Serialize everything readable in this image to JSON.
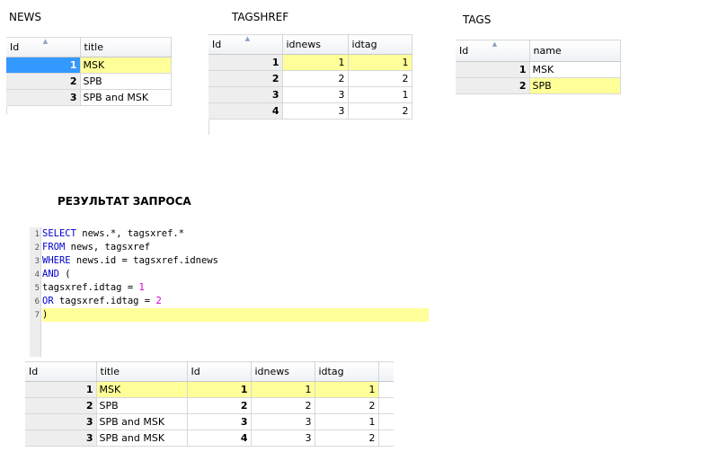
{
  "captions": {
    "news": "NEWS",
    "tagshref": "TAGSHREF",
    "tags": "TAGS",
    "result": "РЕЗУЛЬТАТ ЗАПРОСА"
  },
  "news_table": {
    "columns": [
      "Id",
      "title"
    ],
    "rows": [
      {
        "id": "1",
        "title": "MSK"
      },
      {
        "id": "2",
        "title": "SPB"
      },
      {
        "id": "3",
        "title": "SPB and MSK"
      }
    ]
  },
  "tagsxref_table": {
    "columns": [
      "Id",
      "idnews",
      "idtag"
    ],
    "rows": [
      {
        "id": "1",
        "idnews": "1",
        "idtag": "1"
      },
      {
        "id": "2",
        "idnews": "2",
        "idtag": "2"
      },
      {
        "id": "3",
        "idnews": "3",
        "idtag": "1"
      },
      {
        "id": "4",
        "idnews": "3",
        "idtag": "2"
      }
    ]
  },
  "tags_table": {
    "columns": [
      "Id",
      "name"
    ],
    "rows": [
      {
        "id": "1",
        "name": "MSK"
      },
      {
        "id": "2",
        "name": "SPB"
      }
    ]
  },
  "query": {
    "lines": [
      {
        "num": "1",
        "parts": [
          [
            "kw",
            "SELECT"
          ],
          [
            "t",
            " news.*, tagsxref.*"
          ]
        ]
      },
      {
        "num": "2",
        "parts": [
          [
            "kw",
            "FROM"
          ],
          [
            "t",
            " news, tagsxref"
          ]
        ]
      },
      {
        "num": "3",
        "parts": [
          [
            "kw",
            "WHERE"
          ],
          [
            "t",
            " news.id = tagsxref.idnews"
          ]
        ]
      },
      {
        "num": "4",
        "parts": [
          [
            "kw",
            "AND"
          ],
          [
            "t",
            " ("
          ]
        ]
      },
      {
        "num": "5",
        "parts": [
          [
            "t",
            "tagsxref.idtag = "
          ],
          [
            "n",
            "1"
          ]
        ]
      },
      {
        "num": "6",
        "parts": [
          [
            "kw",
            "OR"
          ],
          [
            "t",
            " tagsxref.idtag = "
          ],
          [
            "n",
            "2"
          ]
        ]
      },
      {
        "num": "7",
        "parts": [
          [
            "t",
            ")"
          ]
        ]
      }
    ],
    "current_line": "7"
  },
  "result_table": {
    "columns": [
      "Id",
      "title",
      "Id",
      "idnews",
      "idtag"
    ],
    "rows": [
      {
        "id": "1",
        "title": "MSK",
        "id2": "1",
        "idnews": "1",
        "idtag": "1"
      },
      {
        "id": "2",
        "title": "SPB",
        "id2": "2",
        "idnews": "2",
        "idtag": "2"
      },
      {
        "id": "3",
        "title": "SPB and MSK",
        "id2": "3",
        "idnews": "3",
        "idtag": "1"
      },
      {
        "id": "3",
        "title": "SPB and MSK",
        "id2": "4",
        "idnews": "3",
        "idtag": "2"
      }
    ]
  },
  "colors": {
    "highlight": "#ffff99",
    "selection": "#3399ff",
    "keyword": "#0000cc",
    "number_literal": "#d000d0"
  }
}
